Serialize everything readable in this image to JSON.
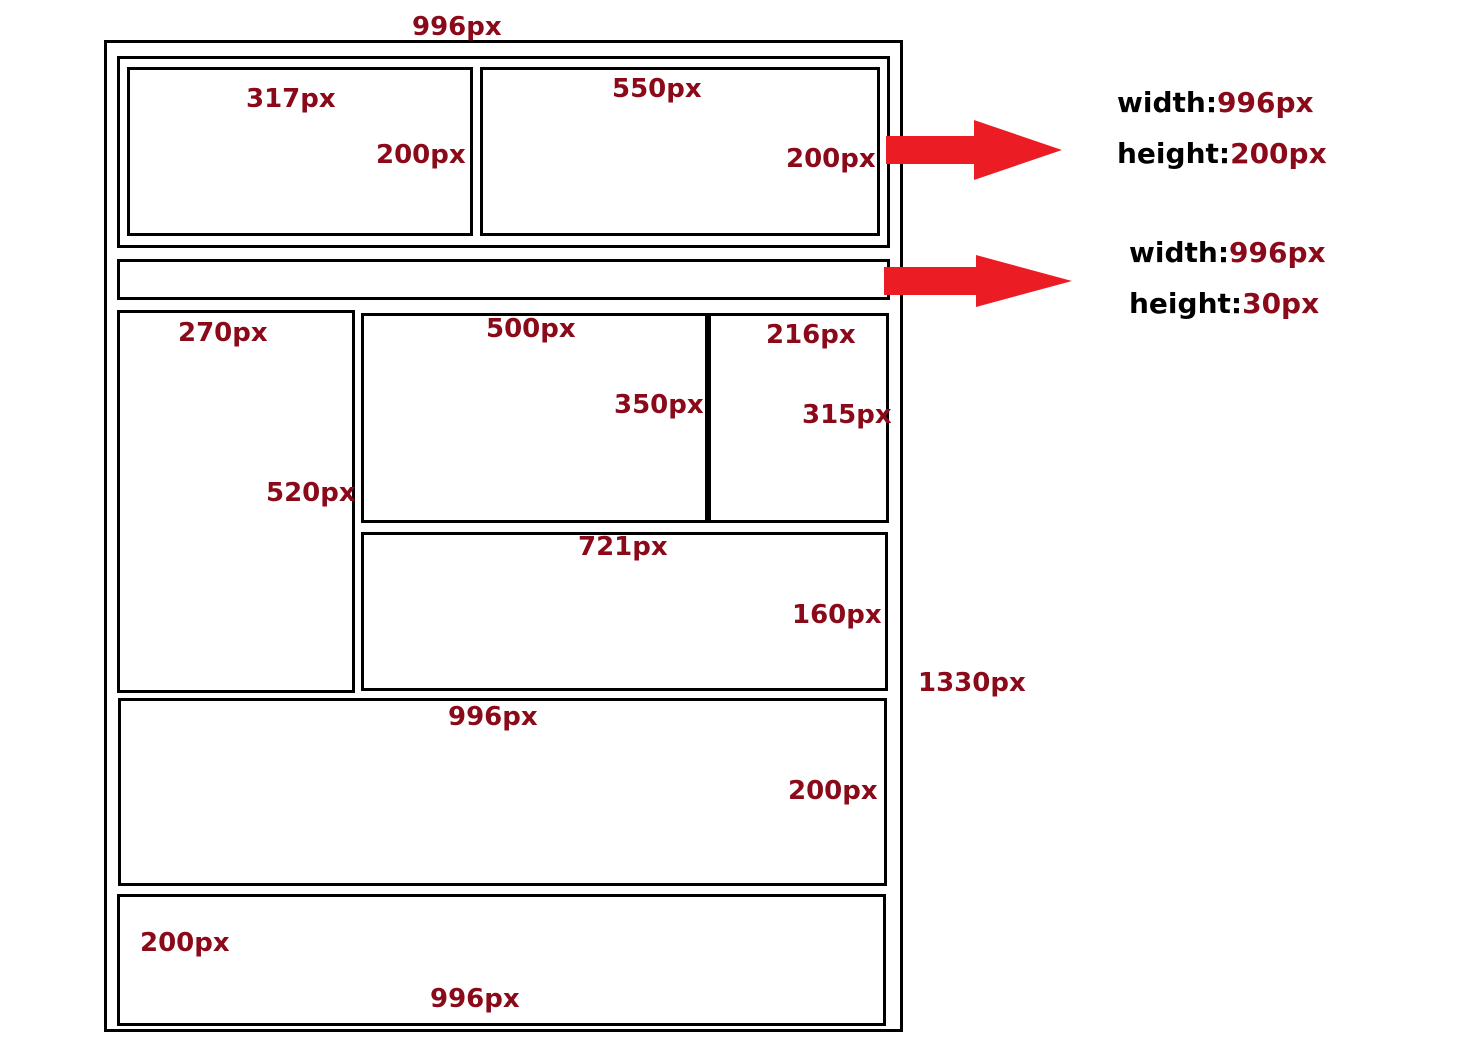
{
  "colors": {
    "label": "#8b0a1a",
    "arrow": "#ec1c24",
    "border": "#000000",
    "key_text": "#000000"
  },
  "outer": {
    "width_label": "996px",
    "height_label": "1330px"
  },
  "header": {
    "left": {
      "width_label": "317px",
      "height_label": "200px"
    },
    "right": {
      "width_label": "550px",
      "height_label": "200px"
    }
  },
  "main": {
    "left_column": {
      "width_label": "270px",
      "height_label": "520px"
    },
    "center_top": {
      "width_label": "500px",
      "height_label": "350px"
    },
    "right_top": {
      "width_label": "216px",
      "height_label": "315px"
    },
    "center_bottom": {
      "width_label": "721px",
      "height_label": "160px"
    }
  },
  "banner": {
    "width_label": "996px",
    "height_label": "200px"
  },
  "footer": {
    "height_label": "200px",
    "width_label": "996px"
  },
  "annotations": [
    {
      "width_key": "width:",
      "width_value": "996px",
      "height_key": "height:",
      "height_value": "200px",
      "arrow_icon": "right-arrow-icon"
    },
    {
      "width_key": "width:",
      "width_value": "996px",
      "height_key": "height:",
      "height_value": "30px",
      "arrow_icon": "right-arrow-icon"
    }
  ]
}
